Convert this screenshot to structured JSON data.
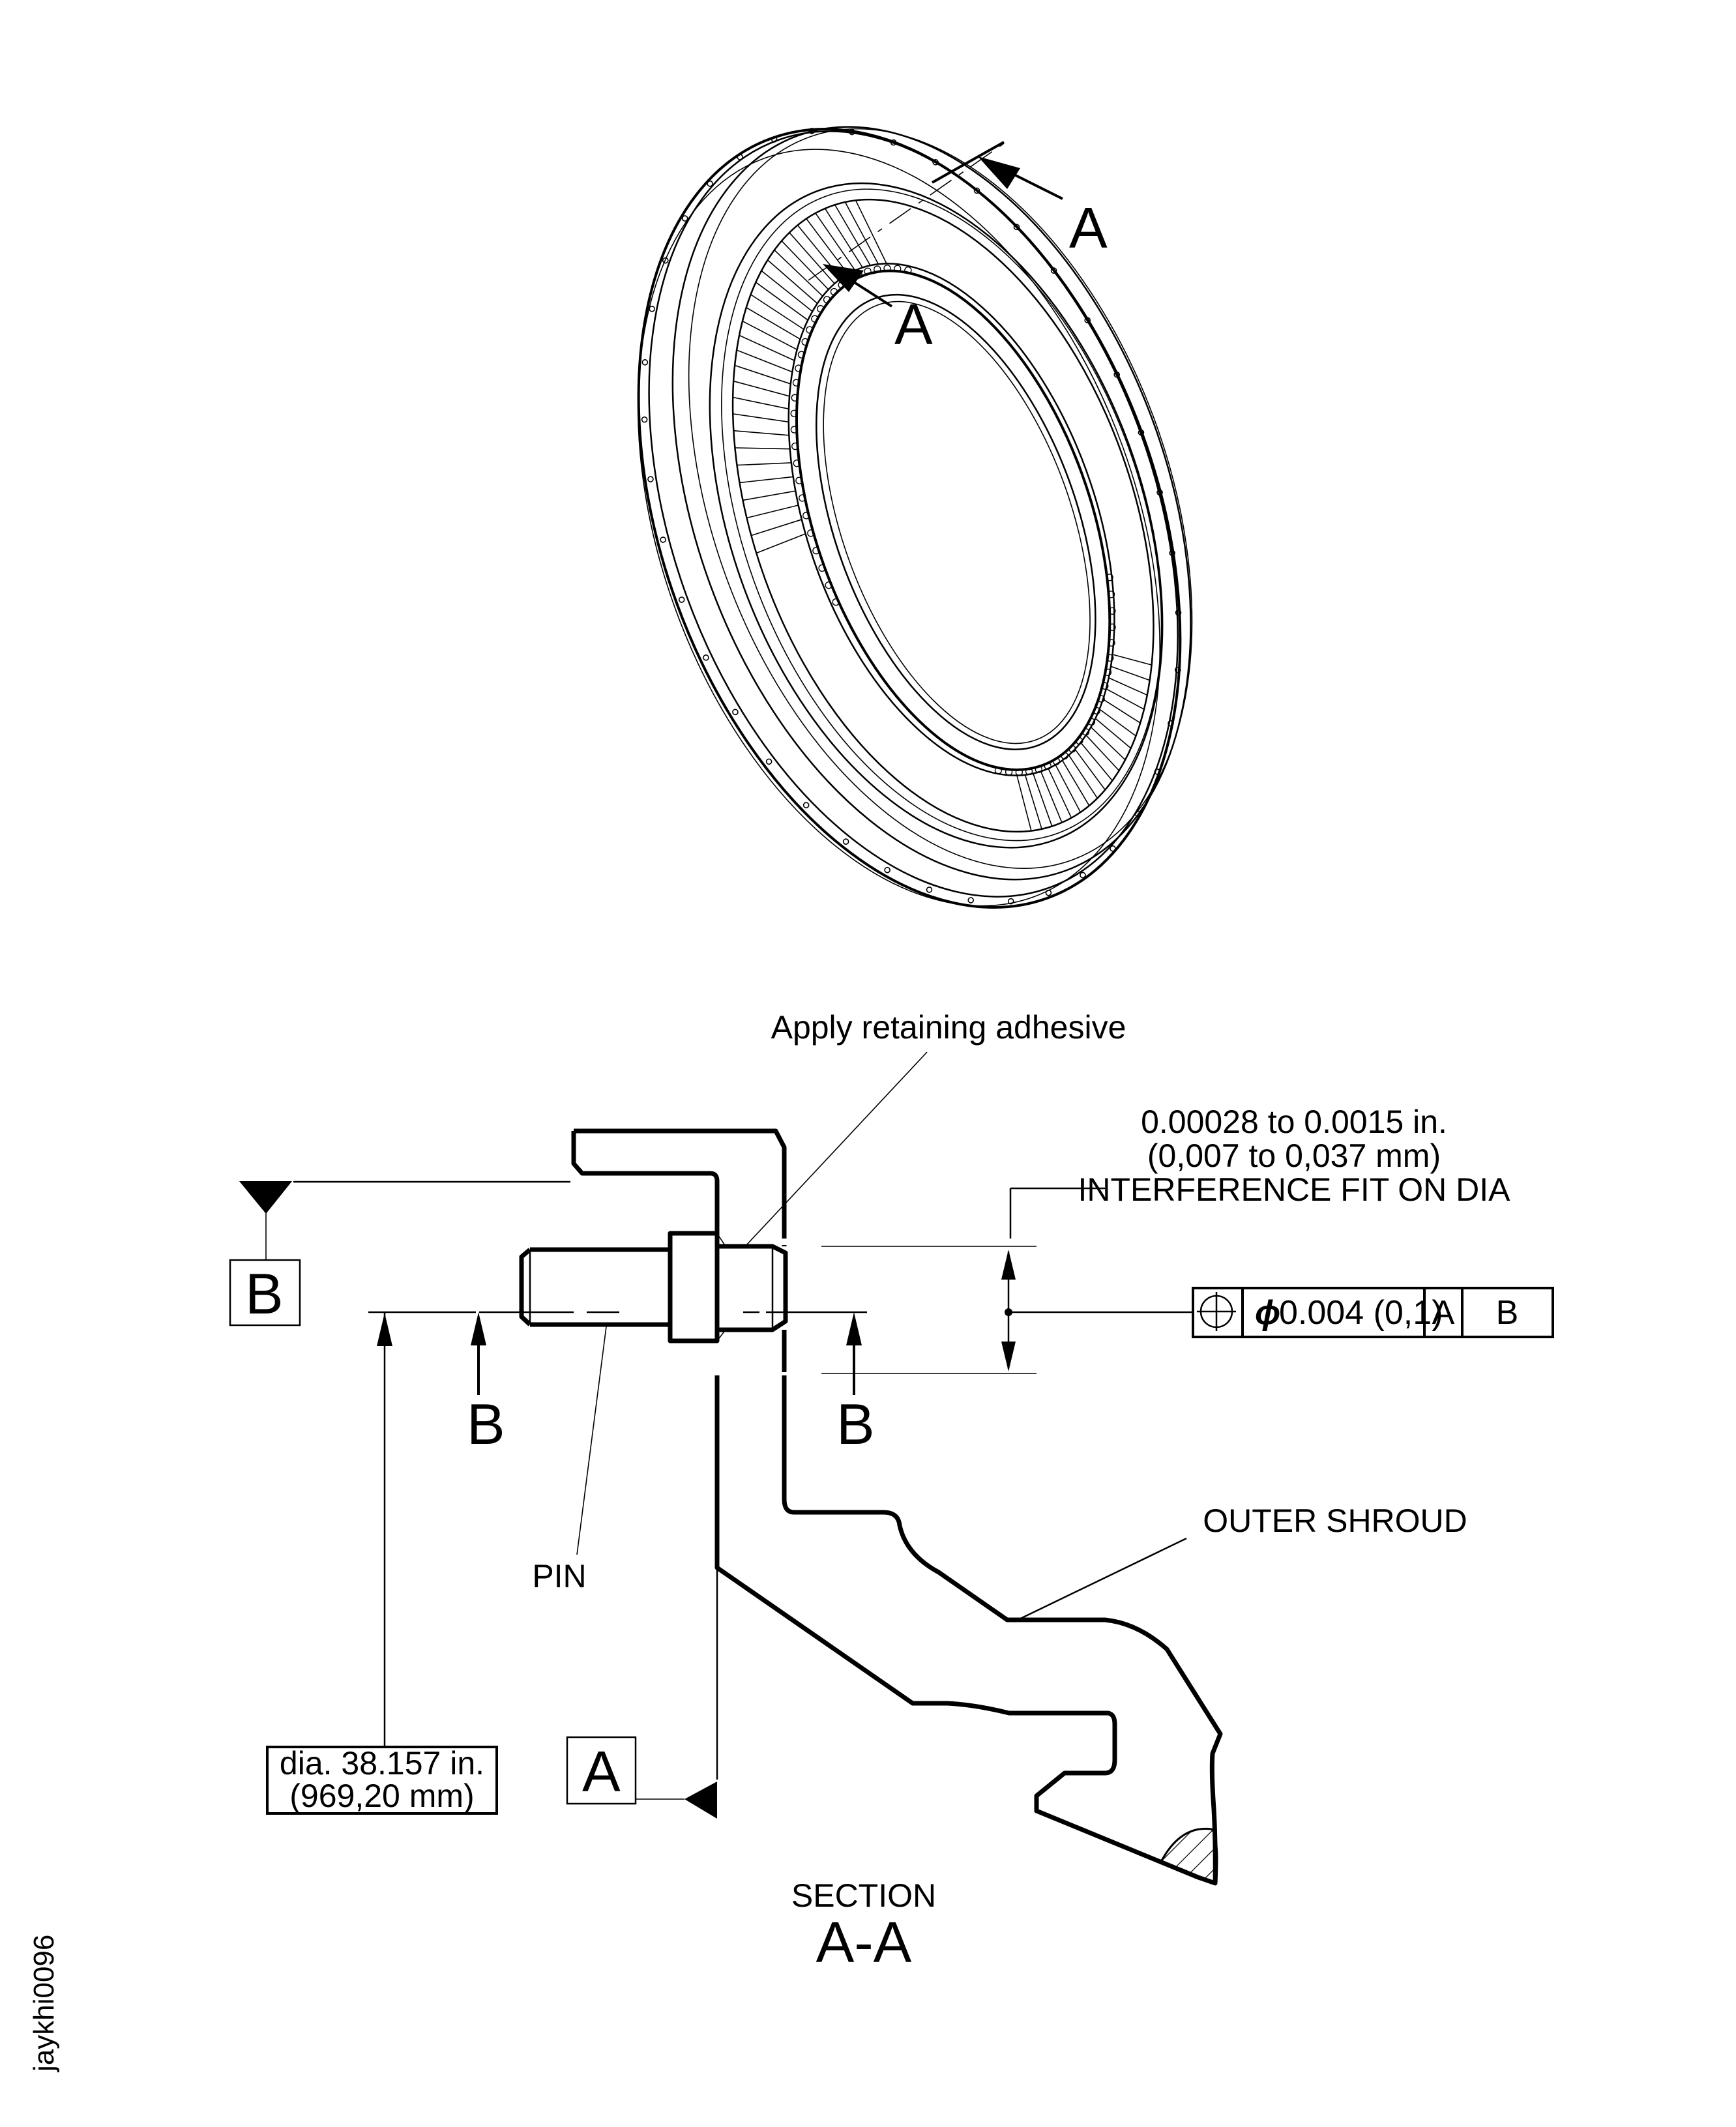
{
  "figure_id": "jaykhi0096",
  "isometric_view": {
    "section_markers": [
      "A",
      "A"
    ]
  },
  "section": {
    "title": "SECTION",
    "name": "A-A"
  },
  "callouts": {
    "adhesive": "Apply retaining adhesive",
    "fit_in": "0.00028 to 0.0015 in.",
    "fit_mm": "(0,007 to 0,037 mm)",
    "fit_note": "INTERFERENCE FIT ON DIA",
    "pin": "PIN",
    "outer_shroud": "OUTER SHROUD"
  },
  "view_markers": {
    "left": "B",
    "right": "B"
  },
  "datums": {
    "b": "B",
    "a": "A"
  },
  "feature_control_frame": {
    "symbol": "position-icon",
    "diameter_symbol": "ϕ",
    "tolerance": "0.004 (0,1)",
    "datum_1": "A",
    "datum_2": "B"
  },
  "diameter_dimension": {
    "line1": "dia. 38.157 in.",
    "line2": "(969,20 mm)"
  }
}
